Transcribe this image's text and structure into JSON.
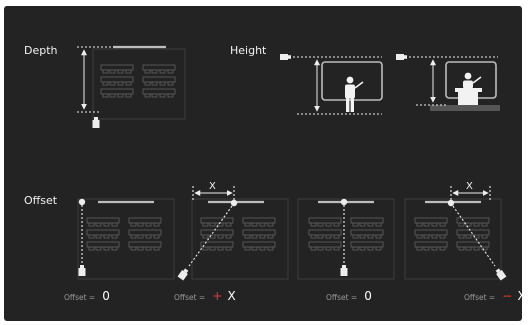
{
  "labels": {
    "depth": "Depth",
    "height": "Height",
    "offset": "Offset"
  },
  "offset_captions": [
    {
      "prefix": "Offset =",
      "sign": "",
      "value": "0"
    },
    {
      "prefix": "Offset =",
      "sign": "+",
      "value": "X"
    },
    {
      "prefix": "Offset =",
      "sign": "",
      "value": "0"
    },
    {
      "prefix": "Offset =",
      "sign": "−",
      "value": "X"
    }
  ],
  "x_marker": "X",
  "colors": {
    "background": "#232323",
    "line": "#ededed",
    "screen": "#bdbdbd",
    "room_outline": "#3e3e3e",
    "sign_accent": "#e53935",
    "caption": "#9a9a9a"
  },
  "icons": [
    "projector-icon",
    "presenter-icon",
    "podium-icon",
    "classroom-layout-icon"
  ]
}
